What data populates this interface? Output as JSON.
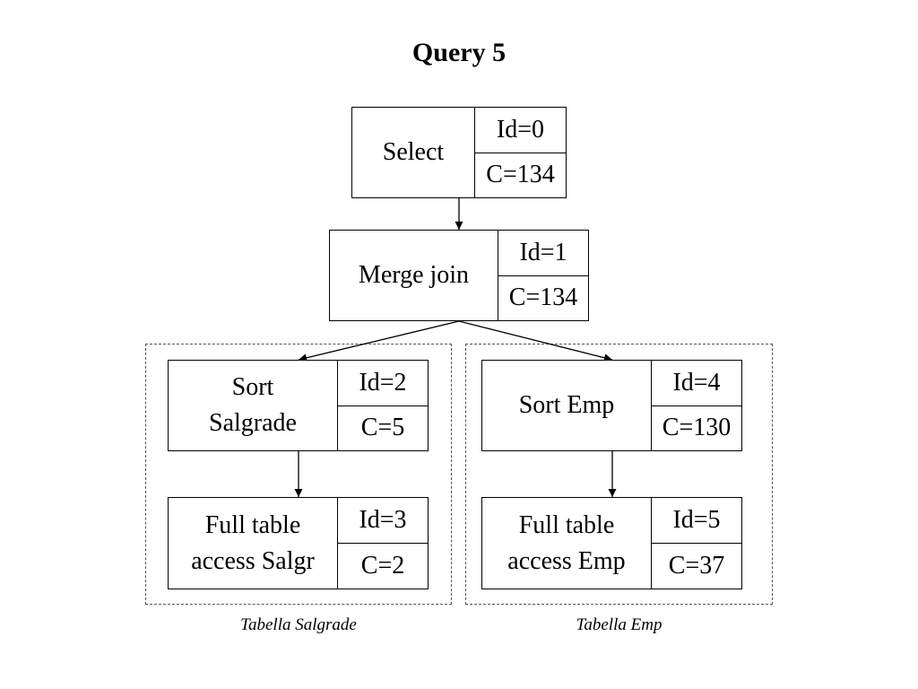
{
  "title": "Query 5",
  "nodes": [
    {
      "label": "Select",
      "id": "Id=0",
      "cost": "C=134"
    },
    {
      "label": "Merge join",
      "id": "Id=1",
      "cost": "C=134"
    },
    {
      "label": "Sort Salgrade",
      "id": "Id=2",
      "cost": "C=5"
    },
    {
      "label": "Full table access Salgr",
      "id": "Id=3",
      "cost": "C=2"
    },
    {
      "label": "Sort Emp",
      "id": "Id=4",
      "cost": "C=130"
    },
    {
      "label": "Full table access Emp",
      "id": "Id=5",
      "cost": "C=37"
    }
  ],
  "groups": [
    {
      "label": "Tabella Salgrade"
    },
    {
      "label": "Tabella Emp"
    }
  ],
  "edges": [
    {
      "from": "Id=0",
      "to": "Id=1"
    },
    {
      "from": "Id=1",
      "to": "Id=2"
    },
    {
      "from": "Id=1",
      "to": "Id=4"
    },
    {
      "from": "Id=2",
      "to": "Id=3"
    },
    {
      "from": "Id=4",
      "to": "Id=5"
    }
  ]
}
